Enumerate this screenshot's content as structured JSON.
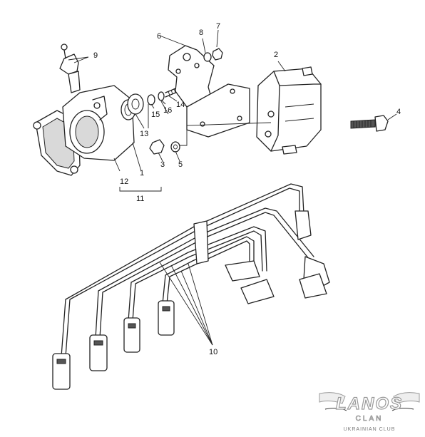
{
  "callouts": [
    {
      "id": "9",
      "text": "9"
    },
    {
      "id": "6",
      "text": "6"
    },
    {
      "id": "8",
      "text": "8"
    },
    {
      "id": "7",
      "text": "7"
    },
    {
      "id": "2",
      "text": "2"
    },
    {
      "id": "4",
      "text": "4"
    },
    {
      "id": "14",
      "text": "14"
    },
    {
      "id": "16",
      "text": "16"
    },
    {
      "id": "15",
      "text": "15"
    },
    {
      "id": "13",
      "text": "13"
    },
    {
      "id": "3",
      "text": "3"
    },
    {
      "id": "5",
      "text": "5"
    },
    {
      "id": "12",
      "text": "12"
    },
    {
      "id": "1",
      "text": "1"
    },
    {
      "id": "11",
      "text": "11"
    },
    {
      "id": "10",
      "text": "10"
    }
  ],
  "logo": {
    "name": "LANOS",
    "sub": "CLAN",
    "tagline": "UKRAINIAN CLUB"
  }
}
